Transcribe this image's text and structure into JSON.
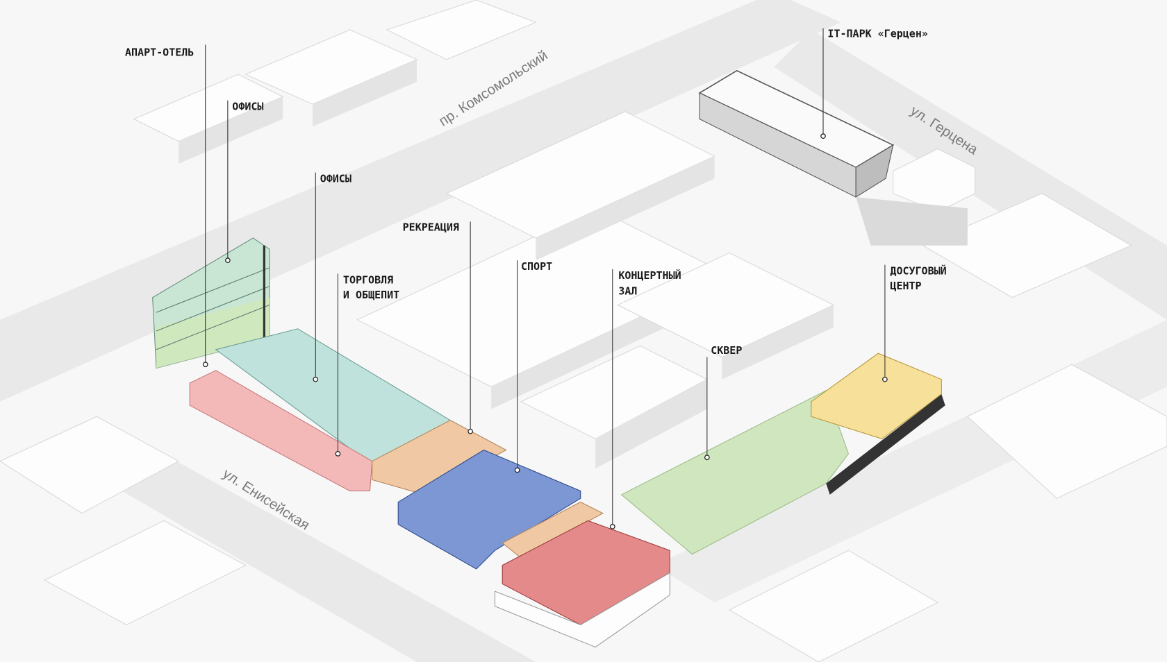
{
  "labels": {
    "apart_hotel": "АПАРТ-ОТЕЛЬ",
    "offices_1": "ОФИСЫ",
    "offices_2": "ОФИСЫ",
    "recreation": "РЕКРЕАЦИЯ",
    "trade_line1": "ТОРГОВЛЯ",
    "trade_line2": "И ОБЩЕПИТ",
    "sport": "СПОРТ",
    "concert_line1": "КОНЦЕРТНЫЙ",
    "concert_line2": "ЗАЛ",
    "square": "СКВЕР",
    "leisure_line1": "ДОСУГОВЫЙ",
    "leisure_line2": "ЦЕНТР",
    "it_park": "IT-ПАРК «Герцен»"
  },
  "streets": {
    "komsomolsky": "пр. Комсомольский",
    "herzen": "ул. Герцена",
    "yeniseiskaya": "ул. Енисейская"
  },
  "colors": {
    "offices": "#bfe3dc",
    "trade": "#f3b8b8",
    "recreation": "#f0c9a4",
    "sport": "#7d97d4",
    "concert": "#e58a8a",
    "square": "#cfe6bf",
    "leisure": "#f7e19a",
    "hotel": "#c9e6d4"
  }
}
